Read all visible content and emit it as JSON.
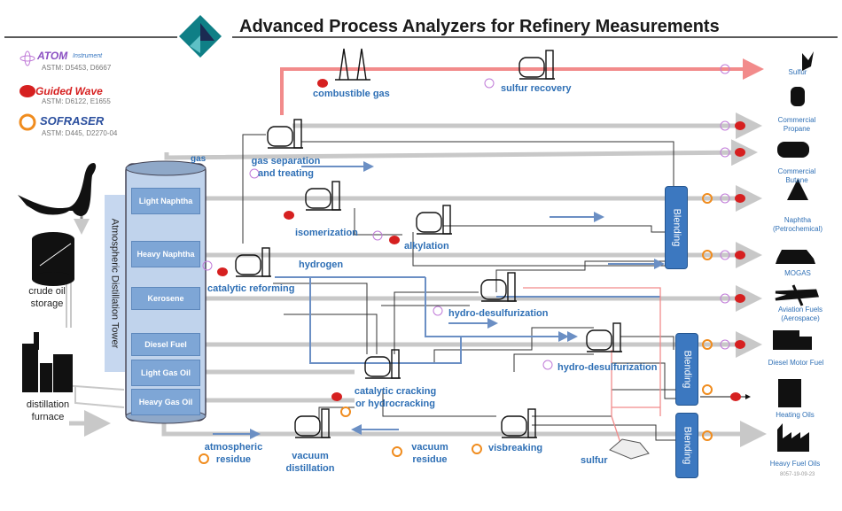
{
  "title": "Advanced Process Analyzers for Refinery Measurements",
  "legend": [
    {
      "brand": "ATOM",
      "sub": "Instrument",
      "astm": "ASTM: D5453, D6667",
      "color": "#8a4fc2"
    },
    {
      "brand": "Guided Wave",
      "astm": "ASTM: D6122, E1655",
      "color": "#d62020"
    },
    {
      "brand": "SOFRASER",
      "astm": "ASTM: D445, D2270-04",
      "color": "#2b4f9e"
    }
  ],
  "inputs": {
    "crude": "crude oil storage",
    "furnace": "distillation furnace"
  },
  "tower": {
    "label": "Atmospheric Distillation Tower",
    "top_output": "gas",
    "cuts": [
      "Light Naphtha",
      "Heavy Naphtha",
      "Kerosene",
      "Diesel Fuel",
      "Light Gas Oil",
      "Heavy Gas Oil"
    ]
  },
  "units": {
    "combustible_gas": "combustible gas",
    "sulfur_recovery": "sulfur recovery",
    "gas_separation": "gas separation and treating",
    "isomerization": "isomerization",
    "alkylation": "alkylation",
    "catalytic_reforming": "catalytic reforming",
    "hydrogen": "hydrogen",
    "hds1": "hydro-desulfurization",
    "hds2": "hydro-desulfurization",
    "cat_cracking": "catalytic cracking or hydrocracking",
    "atmospheric_residue": "atmospheric residue",
    "vacuum_distillation": "vacuum distillation",
    "vacuum_residue": "vacuum residue",
    "visbreaking": "visbreaking",
    "sulfur": "sulfur"
  },
  "blending": [
    "Blending",
    "Blending",
    "Blending"
  ],
  "products": [
    {
      "label": "Sulfur",
      "icon": "sulfur-fire-icon"
    },
    {
      "label": "Commercial Propane",
      "icon": "gas-bottle-icon"
    },
    {
      "label": "Commercial Butane",
      "icon": "tanker-icon"
    },
    {
      "label": "Naphtha (Petrochemical)",
      "icon": "flame-icon"
    },
    {
      "label": "MOGAS",
      "icon": "car-icon"
    },
    {
      "label": "Aviation Fuels (Aerospace)",
      "icon": "airplane-icon"
    },
    {
      "label": "Diesel Motor Fuel",
      "icon": "truck-icon"
    },
    {
      "label": "Heating Oils",
      "icon": "stove-icon"
    },
    {
      "label": "Heavy Fuel Oils",
      "icon": "factory-icon"
    }
  ],
  "footer_code": "8057-19-09-23",
  "colors": {
    "pipe": "#c8c8c8",
    "arrow_blue": "#6b8fc4",
    "sulfur_line": "#f28b8b",
    "unit_text": "#2e6fb5",
    "blend_box": "#3c78c0"
  }
}
